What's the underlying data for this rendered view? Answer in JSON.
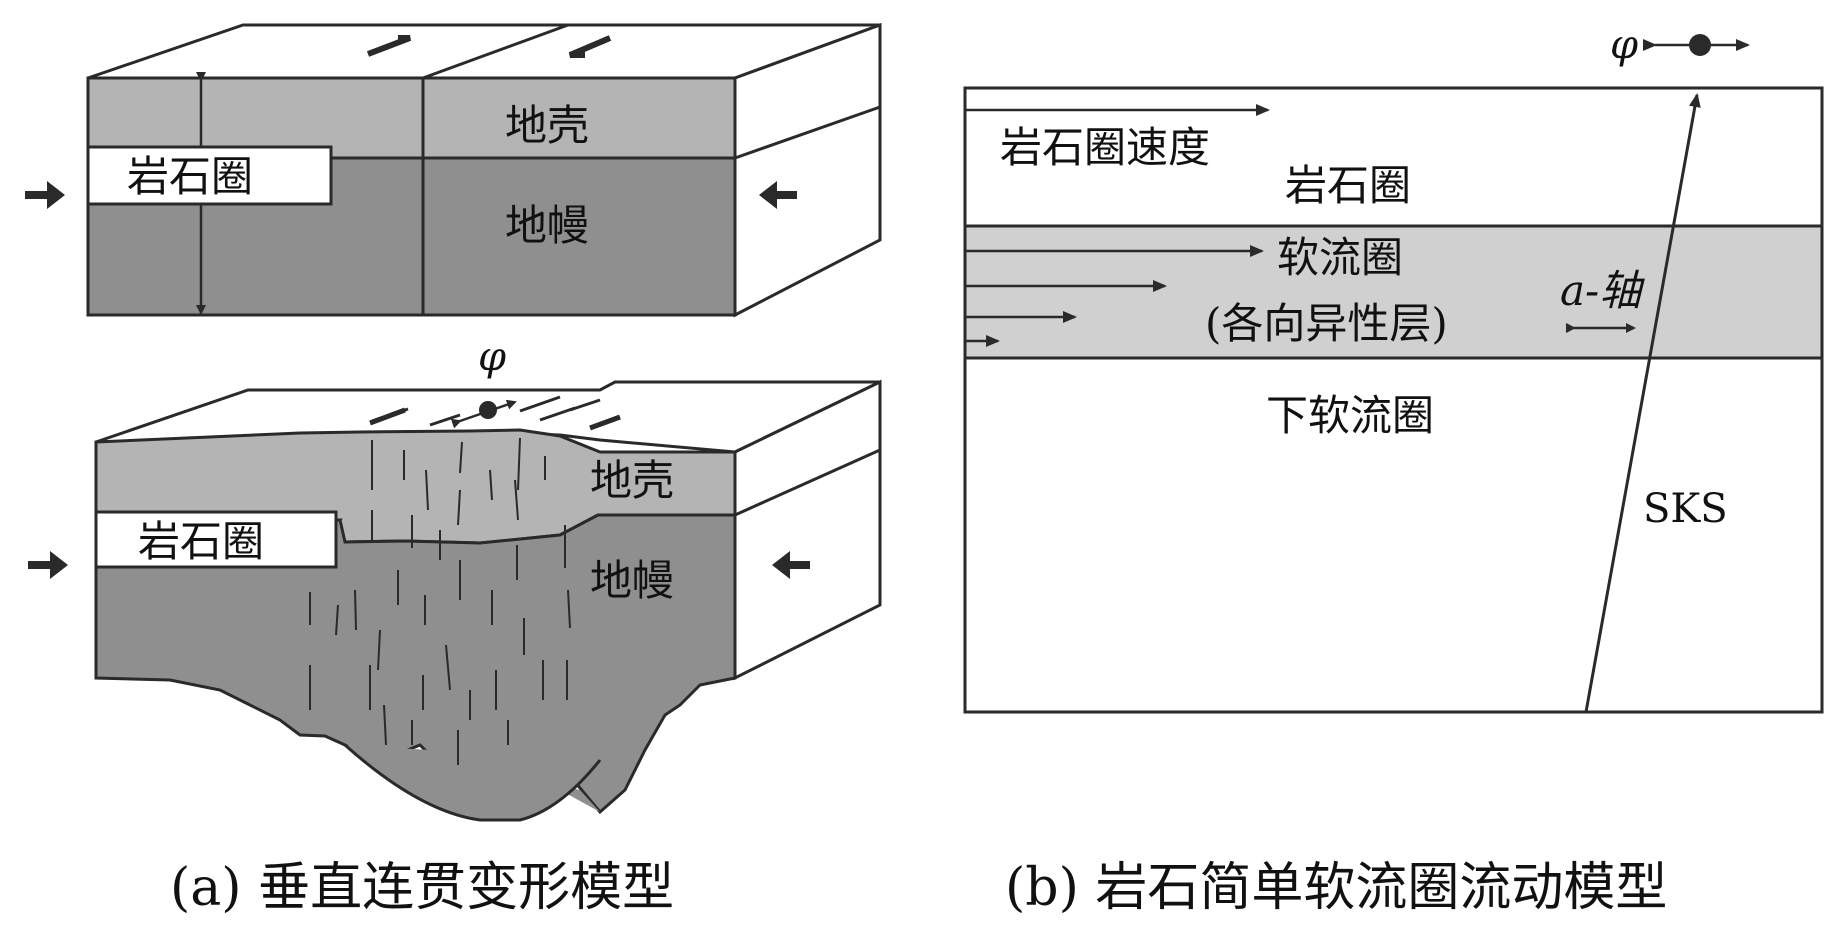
{
  "panel_a": {
    "top_block": {
      "crust_label": "地壳",
      "mantle_label": "地幔",
      "lithosphere_label": "岩石圈"
    },
    "bottom_block": {
      "phi_label": "φ",
      "crust_label": "地壳",
      "mantle_label": "地幔",
      "lithosphere_label": "岩石圈"
    },
    "caption": "(a) 垂直连贯变形模型"
  },
  "panel_b": {
    "phi_label": "φ",
    "velocity_label": "岩石圈速度",
    "lithosphere_label": "岩石圈",
    "asthenosphere_label": "软流圈",
    "anisotropy_label": "(各向异性层)",
    "a_axis_label": "a-轴",
    "lower_asthenosphere_label": "下软流圈",
    "ray_label": "SKS",
    "caption": "(b) 岩石简单软流圈流动模型"
  },
  "colors": {
    "crust": "#b4b4b4",
    "mantle": "#8f8f8f",
    "asthenosphere": "#d0d0d0",
    "line": "#2a2a2a"
  }
}
